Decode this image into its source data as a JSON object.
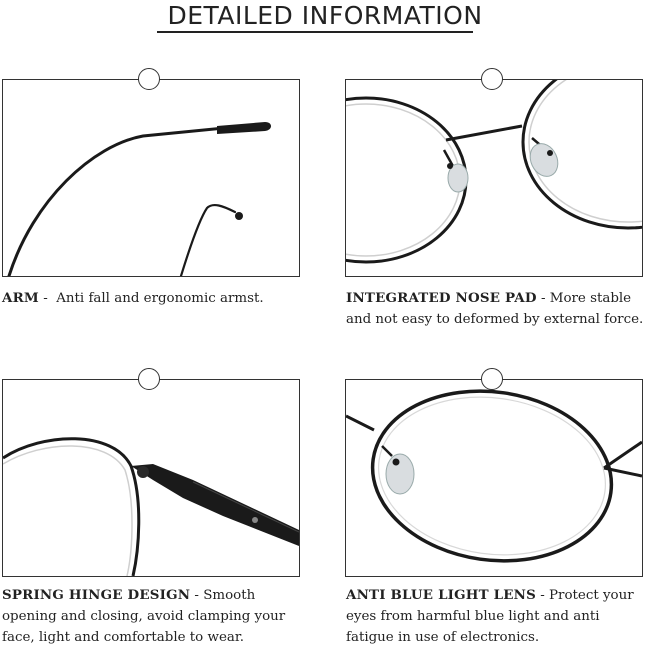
{
  "header": {
    "title": "DETAILED INFORMATION"
  },
  "sections": [
    {
      "heading": "ARM",
      "sep": " -  ",
      "text": "Anti fall and ergonomic armst."
    },
    {
      "heading": "INTEGRATED NOSE PAD",
      "sep": " - ",
      "text": "More stable and not easy to deformed by external force."
    },
    {
      "heading": "SPRING HINGE DESIGN",
      "sep": " - ",
      "text": "Smooth opening and closing, avoid clamping your face, light and comfortable to wear."
    },
    {
      "heading": "ANTI BLUE LIGHT LENS",
      "sep": " - ",
      "text": "Protect your eyes from harmful blue light and anti fatigue in use of electronics."
    }
  ],
  "colors": {
    "frame": "#1a1a1a",
    "border": "#333333",
    "pad": "#d9dde0"
  }
}
